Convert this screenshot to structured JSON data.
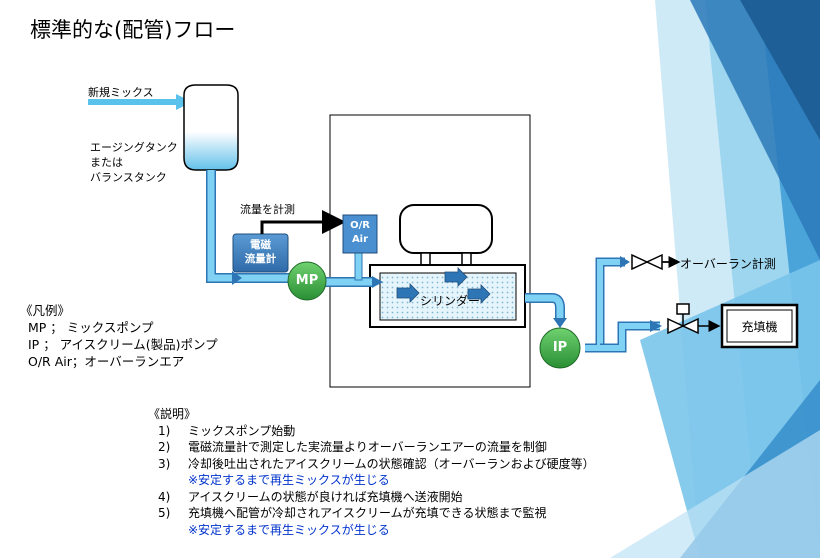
{
  "title": "標準的な(配管)フロー",
  "labels": {
    "new_mix": "新規ミックス",
    "tank_line1": "エージングタンク",
    "tank_line2": "または",
    "tank_line3": "バランスタンク",
    "flow_measure": "流量を計測",
    "emf_line1": "電磁",
    "emf_line2": "流量計",
    "or_air_line1": "O/R",
    "or_air_line2": "Air",
    "mp": "MP",
    "ip": "IP",
    "cylinder": "シリンダー",
    "overrun_measure": "オーバーラン計測",
    "filler": "充填機"
  },
  "legend": {
    "heading": "《凡例》",
    "items": [
      "MP  ；  ミックスポンプ",
      "IP    ；  アイスクリーム(製品)ポンプ",
      "O/R Air；オーバーランエア"
    ]
  },
  "notes": {
    "heading": "《説明》",
    "items": [
      {
        "num": "1)",
        "text": "ミックスポンプ始動"
      },
      {
        "num": "2)",
        "text": "電磁流量計で測定した実流量よりオーバーランエアーの流量を制御"
      },
      {
        "num": "3)",
        "text": "冷却後吐出されたアイスクリームの状態確認（オーバーランおよび硬度等）"
      },
      {
        "num": "",
        "text": "※安定するまで再生ミックスが生じる",
        "highlight": true
      },
      {
        "num": "4)",
        "text": "アイスクリームの状態が良ければ充填機へ送液開始"
      },
      {
        "num": "5)",
        "text": "充填機へ配管が冷却されアイスクリームが充填できる状態まで監視"
      },
      {
        "num": "",
        "text": "※安定するまで再生ミックスが生じる",
        "highlight": true
      }
    ]
  },
  "colors": {
    "accent_blue": "#2e75b6",
    "pipe_blue": "#7fc9ee",
    "pump_green": "#2e9b3a",
    "highlight_text": "#0033cc"
  }
}
